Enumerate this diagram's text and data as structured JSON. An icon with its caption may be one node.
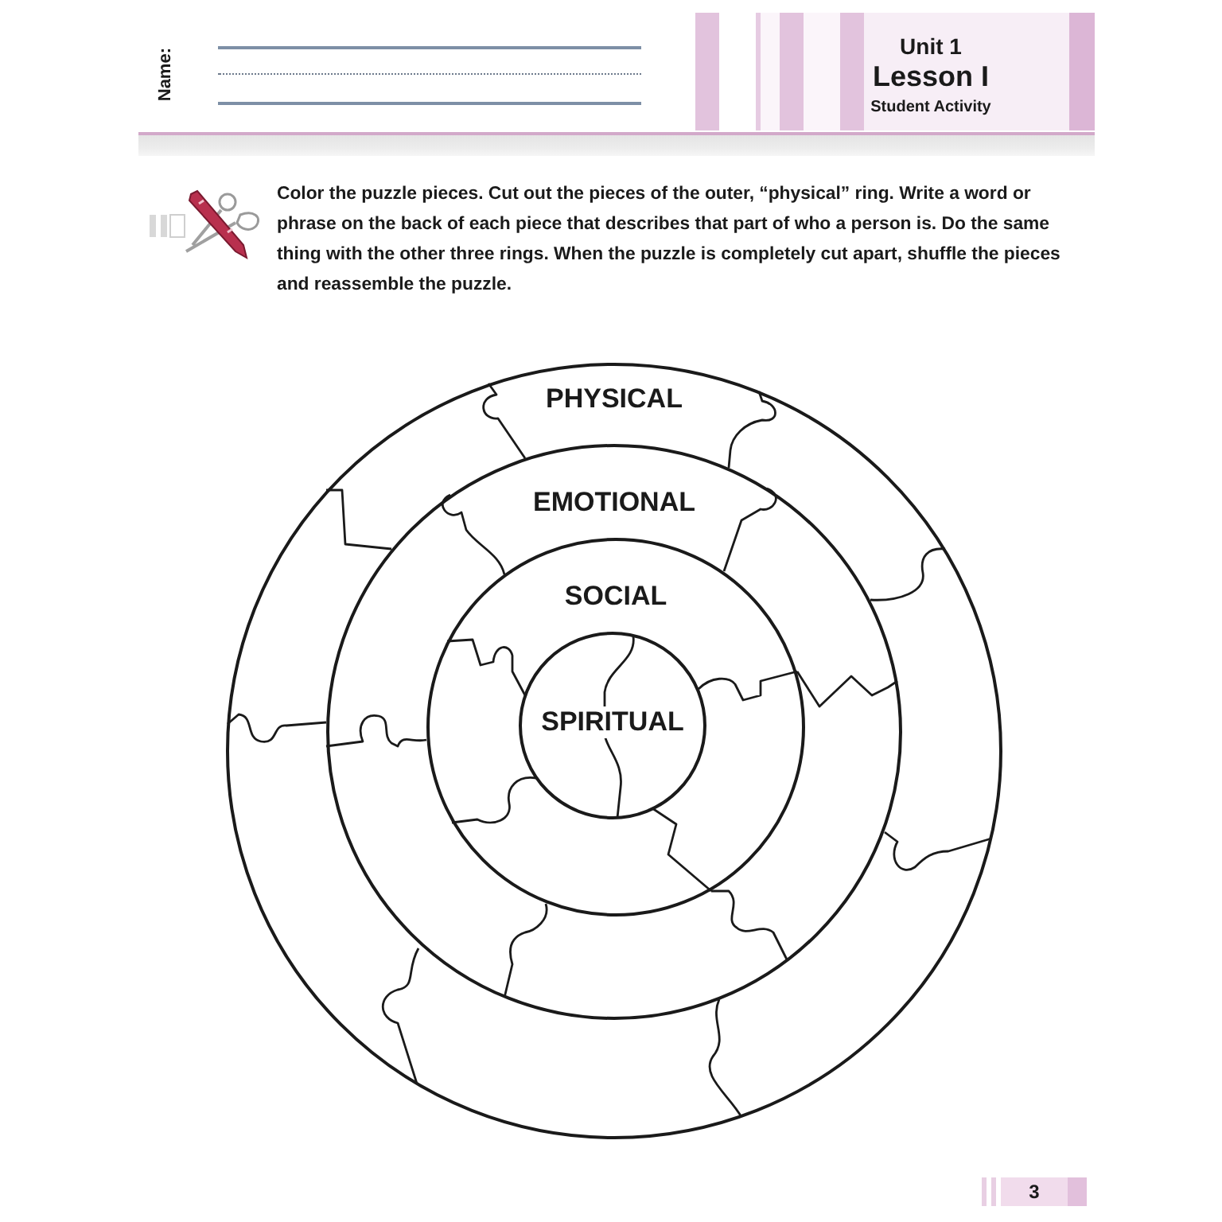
{
  "diagram": {
    "nodes": [
      {
        "text": [
          "PHYSICAL"
        ]
      },
      {
        "text": [
          "EMOTIONAL"
        ],
        "in": 0
      },
      {
        "text": [
          "SOCIAL"
        ],
        "in": 1
      },
      {
        "text": [
          "SPIRITUAL"
        ],
        "in": 2
      }
    ],
    "labels": [
      "Name:",
      "Unit 1",
      "Lesson I",
      "Student Activity",
      "Color the puzzle pieces. Cut out the pieces of the outer, “physical” ring. Write a word or phrase on the back of each piece that describes that part of who a person is. Do the same thing with the other three rings. When the puzzle is completely cut apart, shuffle the pieces and reassemble the puzzle.",
      "3"
    ]
  }
}
